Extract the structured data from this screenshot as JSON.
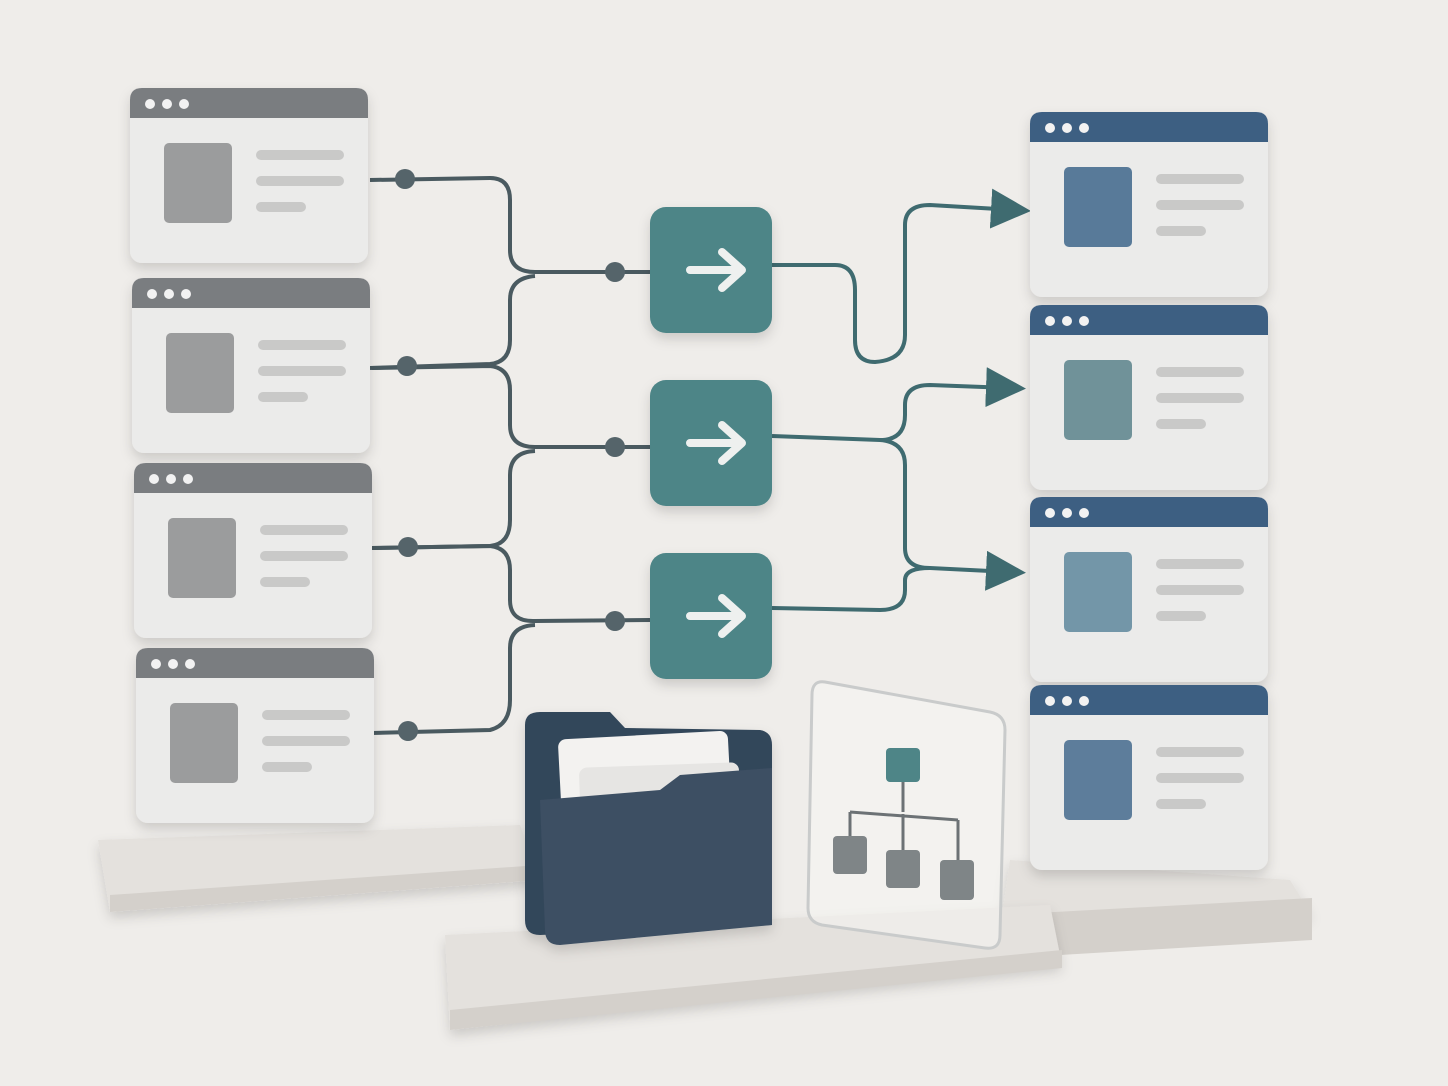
{
  "illustration": {
    "left_windows": 4,
    "transform_nodes": 3,
    "right_windows": 4,
    "icons": {
      "source_window": "browser-window-icon",
      "transform_node": "arrow-right-icon",
      "target_window": "browser-window-icon",
      "folder": "folder-icon",
      "hierarchy": "org-chart-icon"
    }
  },
  "colors": {
    "background": "#efedea",
    "left_header": "#7a7d80",
    "left_thumb": "#9b9c9d",
    "window_body": "#ebebea",
    "right_header": "#3d5f82",
    "right_thumbs": [
      "#587a99",
      "#6f9299",
      "#7396a8",
      "#5d7d9b"
    ],
    "node": "#4e8587",
    "connector": "#4a5a60",
    "folder": "#3d4f63",
    "base": "#e2dfdb"
  }
}
